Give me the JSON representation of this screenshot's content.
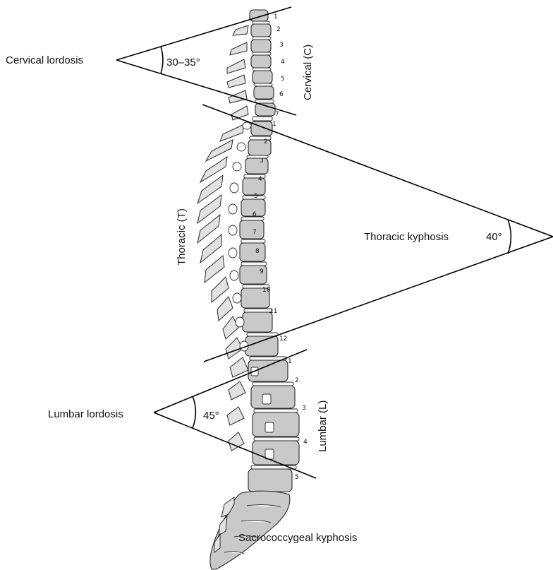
{
  "curves": {
    "cervical": {
      "name": "Cervical lordosis",
      "angle": "30–35°"
    },
    "thoracic": {
      "name": "Thoracic kyphosis",
      "angle": "40°"
    },
    "lumbar": {
      "name": "Lumbar lordosis",
      "angle": "45°"
    },
    "sacral": {
      "name": "Sacrococcygeal kyphosis"
    }
  },
  "regions": {
    "cervical": "Cervical (C)",
    "thoracic": "Thoracic (T)",
    "lumbar": "Lumbar (L)"
  },
  "vertebrae": {
    "cervical": [
      "1",
      "2",
      "3",
      "4",
      "5",
      "6",
      "7"
    ],
    "thoracic": [
      "1",
      "2",
      "3",
      "4",
      "5",
      "6",
      "7",
      "8",
      "9",
      "10",
      "11",
      "12"
    ],
    "lumbar": [
      "1",
      "2",
      "3",
      "4",
      "5"
    ]
  },
  "colors": {
    "bone": "#c9c9c9",
    "line": "#000000"
  }
}
